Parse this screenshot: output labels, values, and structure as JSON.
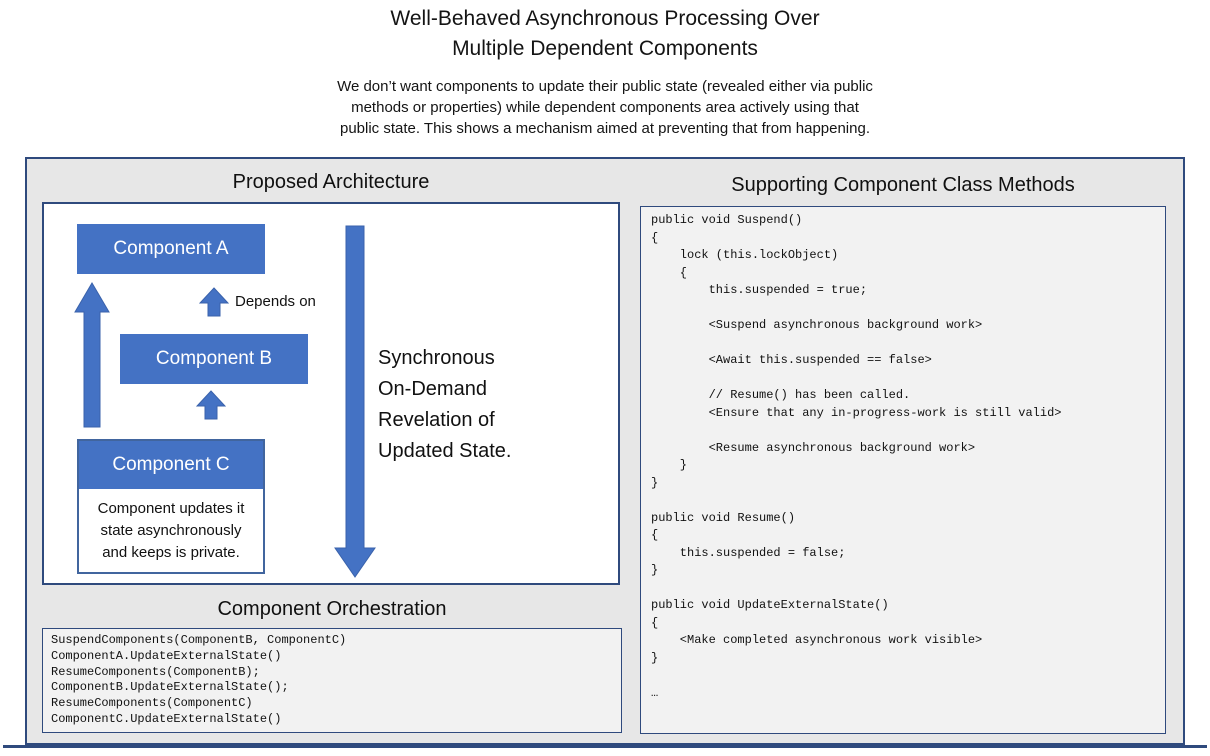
{
  "header": {
    "title_lines": [
      "Well-Behaved Asynchronous Processing Over",
      "Multiple Dependent Components"
    ],
    "subtitle_lines": [
      "We don’t  want components to update their public state (revealed either via public",
      "methods or properties) while dependent components area actively using that",
      "public state. This shows a mechanism aimed at preventing that from happening."
    ]
  },
  "architecture": {
    "heading": "Proposed Architecture",
    "component_a_label": "Component A",
    "component_b_label": "Component B",
    "component_c_label": "Component C",
    "component_c_note_lines": [
      "Component updates it",
      "state asynchronously",
      "and keeps is private."
    ],
    "depends_on_label": "Depends on",
    "sync_text_lines": [
      "Synchronous",
      "On-Demand",
      "Revelation of",
      "Updated State."
    ]
  },
  "orchestration": {
    "heading": "Component Orchestration",
    "code_lines": [
      "SuspendComponents(ComponentB, ComponentC)",
      "ComponentA.UpdateExternalState()",
      "ResumeComponents(ComponentB);",
      "ComponentB.UpdateExternalState();",
      "ResumeComponents(ComponentC)",
      "ComponentC.UpdateExternalState()"
    ]
  },
  "methods": {
    "heading": "Supporting Component Class Methods",
    "code_lines": [
      "public void Suspend()",
      "{",
      "    lock (this.lockObject)",
      "    {",
      "        this.suspended = true;",
      "",
      "        <Suspend asynchronous background work>",
      "",
      "        <Await this.suspended == false>",
      "",
      "        // Resume() has been called.",
      "        <Ensure that any in-progress-work is still valid>",
      "",
      "        <Resume asynchronous background work>",
      "    }",
      "}",
      "",
      "public void Resume()",
      "{",
      "    this.suspended = false;",
      "}",
      "",
      "public void UpdateExternalState()",
      "{",
      "    <Make completed asynchronous work visible>",
      "}",
      "",
      "…"
    ]
  },
  "colors": {
    "accent_blue": "#4472c4",
    "border_navy": "#2f4a7d",
    "panel_gray": "#e7e7e7",
    "code_panel_bg": "#f2f2f2"
  }
}
